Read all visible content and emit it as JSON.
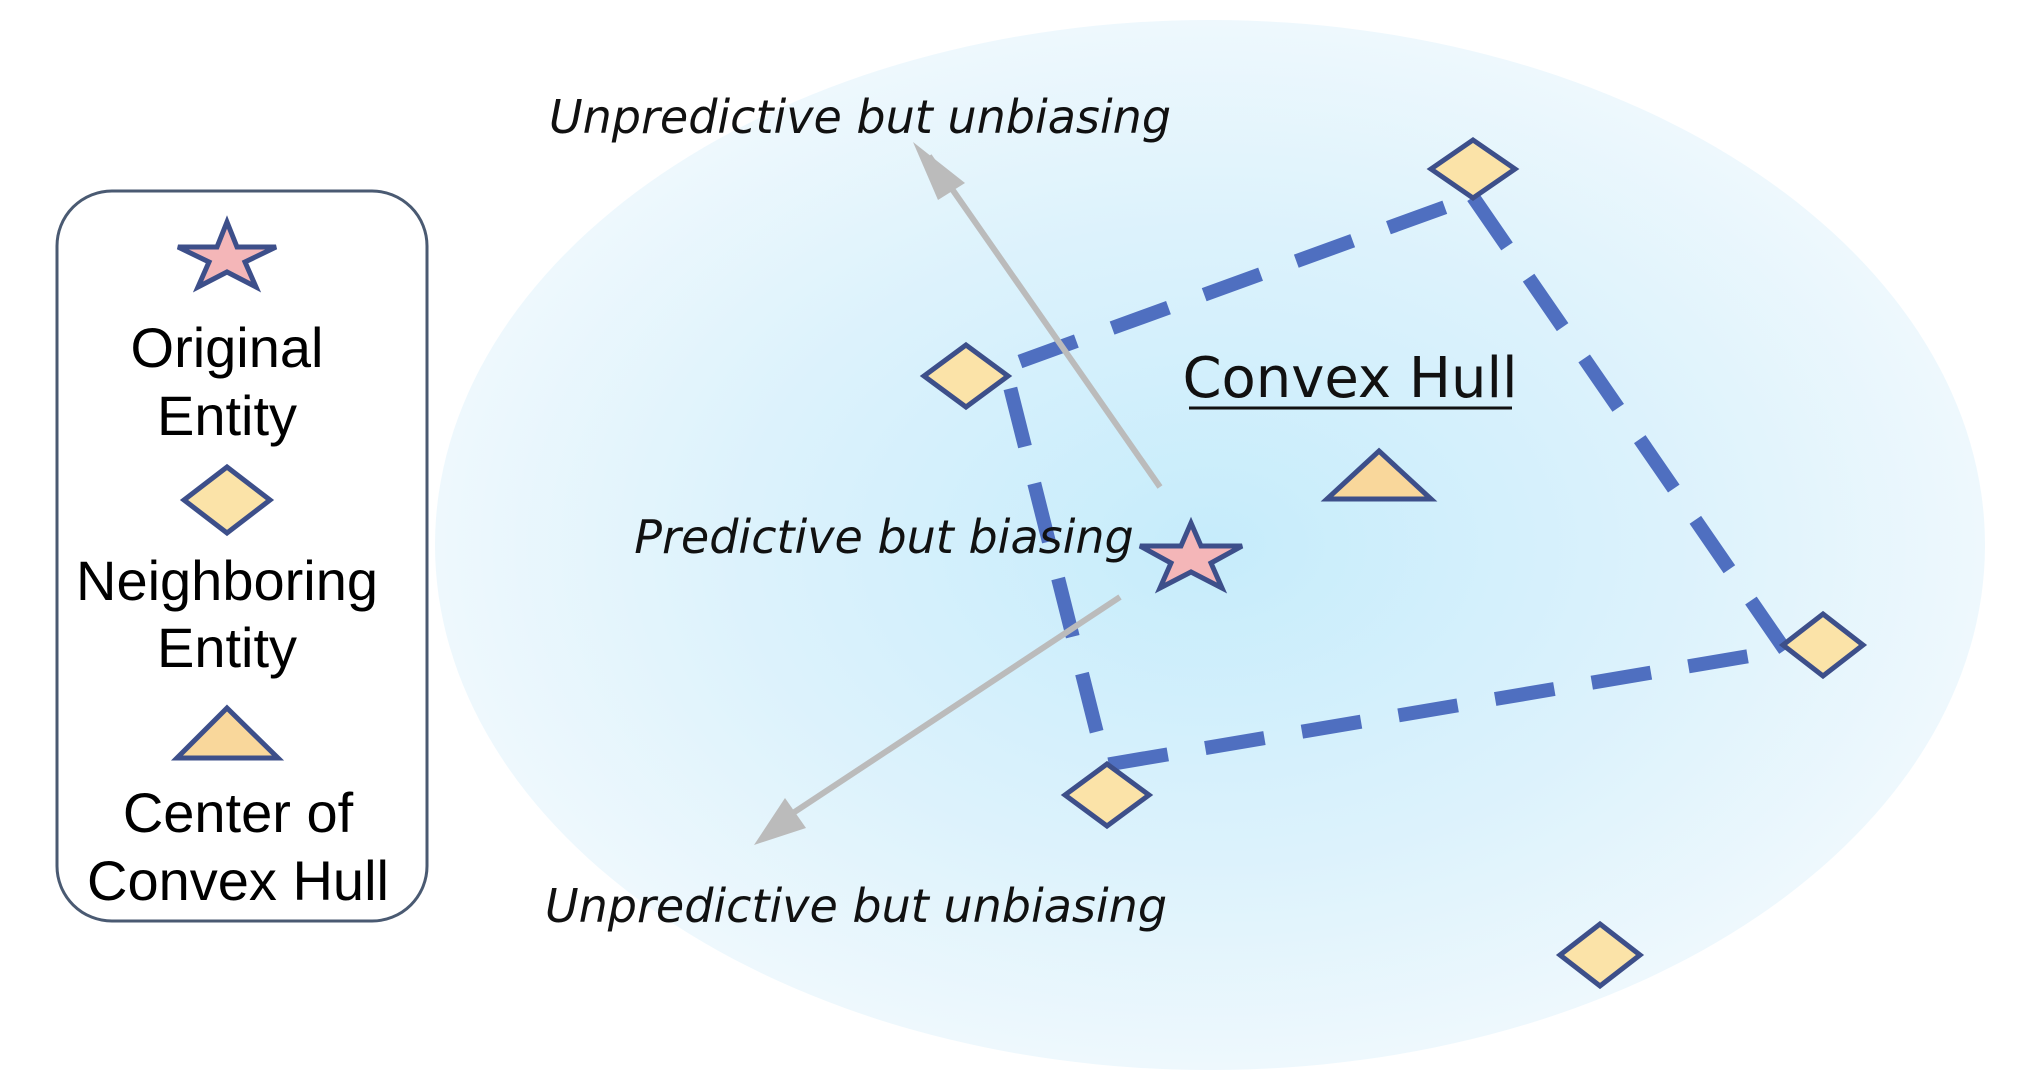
{
  "legend": {
    "original_entity_line1": "Original",
    "original_entity_line2": "Entity",
    "neighboring_entity_line1": "Neighboring",
    "neighboring_entity_line2": "Entity",
    "center_line1": "Center of",
    "center_line2": "Convex Hull"
  },
  "diagram": {
    "hull_title": "Convex Hull",
    "label_top": "Unpredictive but unbiasing",
    "label_middle": "Predictive but biasing",
    "label_bottom": "Unpredictive but unbiasing"
  },
  "colors": {
    "ellipse_center": "#c8ecfb",
    "ellipse_edge": "#eef8fd",
    "hull_line": "#4f6fc0",
    "marker_fill": "#fbe3a8",
    "marker_stroke": "#3d4f8a",
    "triangle_fill": "#f9d79b",
    "star_fill": "#f4b6b8",
    "arrow": "#bbbbbb",
    "legend_border": "#4a5a72"
  }
}
